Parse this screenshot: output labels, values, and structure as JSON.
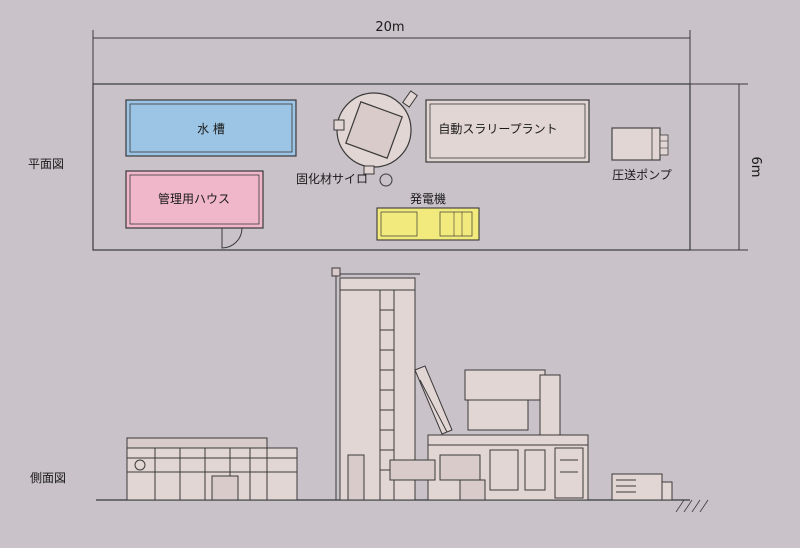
{
  "dimensions": {
    "width_label": "20m",
    "height_label": "6m"
  },
  "views": {
    "plan": "平面図",
    "side": "側面図"
  },
  "plan_items": {
    "water_tank": "水 槽",
    "management_house": "管理用ハウス",
    "silo": "固化材サイロ",
    "slurry_plant": "自動スラリープラント",
    "pump": "圧送ポンプ",
    "generator": "発電機"
  },
  "colors": {
    "background": "#c9c2c8",
    "water_tank": "#9cc4e4",
    "management_house": "#f0b7cb",
    "generator": "#f2ea7c",
    "equipment": "#e2d6d4",
    "line": "#3a3a3a"
  }
}
